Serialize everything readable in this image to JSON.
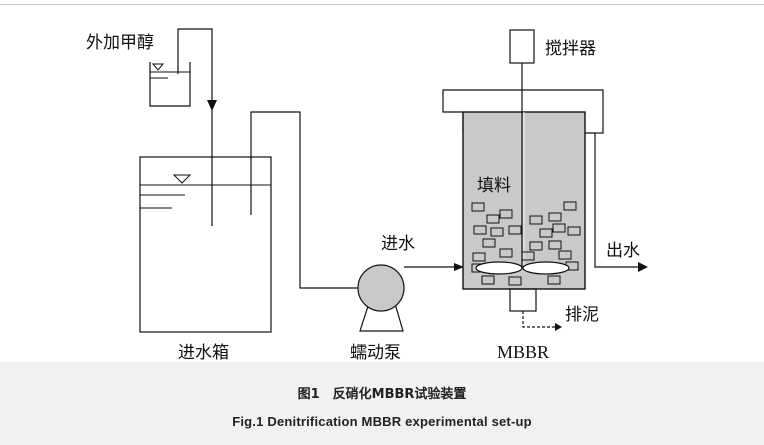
{
  "diagram": {
    "labels": {
      "methanol": "外加甲醇",
      "stirrer": "搅拌器",
      "packing": "填料",
      "inlet": "进水",
      "outlet": "出水",
      "sludge": "排泥",
      "feed_tank": "进水箱",
      "pump": "蠕动泵",
      "reactor": "MBBR"
    }
  },
  "caption": {
    "cn": "图1　反硝化MBBR试验装置",
    "en": "Fig.1   Denitrification MBBR experimental set-up"
  },
  "colors": {
    "reactor_fill": "#c9c9c9",
    "pump_fill": "#c9c9c9",
    "caption_band": "#f1f1f1",
    "line": "#111111"
  }
}
